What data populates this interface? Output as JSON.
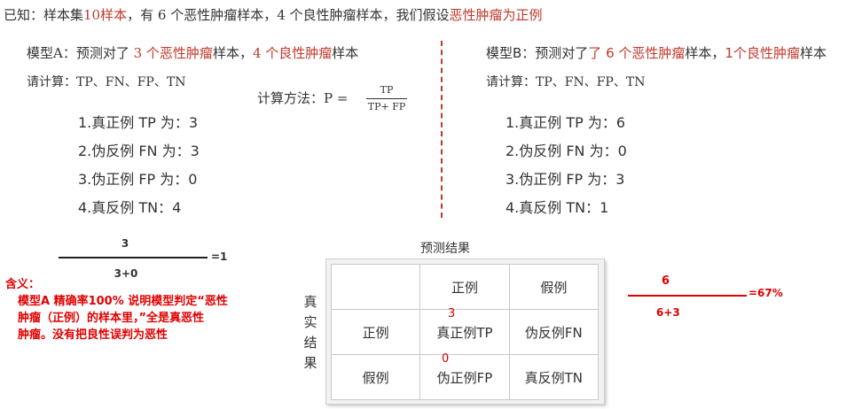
{
  "known": {
    "prefix": "已知：样本集",
    "count": "10样本",
    "middle": "，有 6 个恶性肿瘤样本，4 个良性肿瘤样本，我们假设",
    "assume": "恶性肿瘤为正例"
  },
  "model_a": {
    "prefix": "模型A：预测对了",
    "part1": " 3 个恶性肿瘤",
    "mid": "样本，",
    "part2": "4 个良性肿瘤",
    "suffix": "样本",
    "request": "请计算：TP、FN、FP、TN",
    "items": [
      "1.真正例 TP 为：3",
      "2.伪反例 FN 为：3",
      "3.伪正例 FP 为：0",
      "4.真反例 TN：4"
    ]
  },
  "formula": {
    "label": "计算方法：P =",
    "numerator": "TP",
    "denominator": "TP+ FP"
  },
  "model_b": {
    "prefix": "模型B：预测对了",
    "part1": "了 6 个恶性肿瘤",
    "mid": "样本，",
    "part2": "1个良性肿瘤",
    "suffix": "样本",
    "request": "请计算：TP、FN、FP、TN",
    "items": [
      "1.真正例 TP 为：6",
      "2.伪反例 FN 为：0",
      "3.伪正例 FP 为：3",
      "4.真反例 TN：1"
    ]
  },
  "calc_a": {
    "numerator": "3",
    "denominator": "3+0",
    "result": "=1"
  },
  "calc_b": {
    "numerator": "6",
    "denominator": "6+3",
    "result": "=67%"
  },
  "meaning": {
    "title": "含义：",
    "lines": [
      "模型A 精确率100% 说明模型判定“恶性",
      "肿瘤（正例）的样本里，”全是真恶性",
      "肿瘤。没有把良性误判为恶性"
    ]
  },
  "matrix": {
    "top_label": "预测结果",
    "side_label": [
      "真",
      "实",
      "结",
      "果"
    ],
    "col_pos": "正例",
    "col_neg": "假例",
    "row_pos": "正例",
    "row_neg": "假例",
    "tp": "真正例TP",
    "fn": "伪反例FN",
    "fp": "伪正例FP",
    "tn": "真反例TN",
    "note_tp": "3",
    "note_fp": "0"
  },
  "colors": {
    "accent_red": "#c0392b",
    "bright_red": "#e00000",
    "text": "#333333"
  }
}
